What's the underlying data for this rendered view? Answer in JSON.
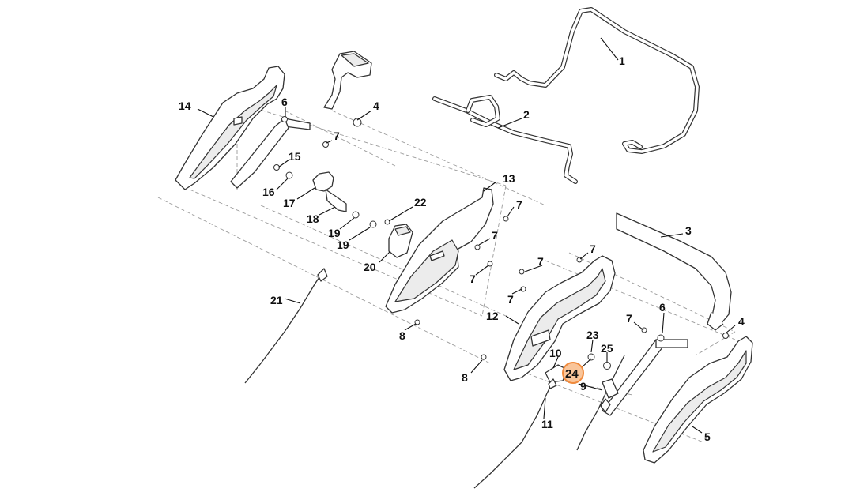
{
  "highlight_color": "#f08a3c",
  "callouts": [
    {
      "id": "c1",
      "text": "1"
    },
    {
      "id": "c2",
      "text": "2"
    },
    {
      "id": "c3",
      "text": "3"
    },
    {
      "id": "c4a",
      "text": "4"
    },
    {
      "id": "c4b",
      "text": "4"
    },
    {
      "id": "c5",
      "text": "5"
    },
    {
      "id": "c6a",
      "text": "6"
    },
    {
      "id": "c6b",
      "text": "6"
    },
    {
      "id": "c7a",
      "text": "7"
    },
    {
      "id": "c7b",
      "text": "7"
    },
    {
      "id": "c7c",
      "text": "7"
    },
    {
      "id": "c7d",
      "text": "7"
    },
    {
      "id": "c7e",
      "text": "7"
    },
    {
      "id": "c7f",
      "text": "7"
    },
    {
      "id": "c7g",
      "text": "7"
    },
    {
      "id": "c7h",
      "text": "7"
    },
    {
      "id": "c8a",
      "text": "8"
    },
    {
      "id": "c8b",
      "text": "8"
    },
    {
      "id": "c9",
      "text": "9"
    },
    {
      "id": "c10",
      "text": "10"
    },
    {
      "id": "c11",
      "text": "11"
    },
    {
      "id": "c12",
      "text": "12"
    },
    {
      "id": "c13",
      "text": "13"
    },
    {
      "id": "c14",
      "text": "14"
    },
    {
      "id": "c15",
      "text": "15"
    },
    {
      "id": "c16",
      "text": "16"
    },
    {
      "id": "c17",
      "text": "17"
    },
    {
      "id": "c18",
      "text": "18"
    },
    {
      "id": "c19a",
      "text": "19"
    },
    {
      "id": "c19b",
      "text": "19"
    },
    {
      "id": "c20",
      "text": "20"
    },
    {
      "id": "c21",
      "text": "21"
    },
    {
      "id": "c22",
      "text": "22"
    },
    {
      "id": "c23",
      "text": "23"
    },
    {
      "id": "c24",
      "text": "24",
      "highlighted": true
    },
    {
      "id": "c25",
      "text": "25"
    }
  ]
}
